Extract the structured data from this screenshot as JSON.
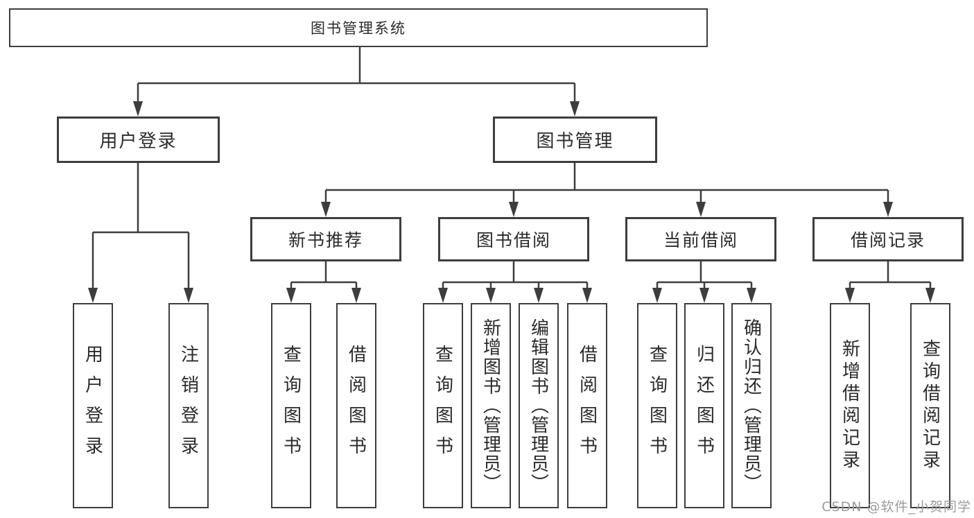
{
  "diagram": {
    "title": "图书管理系统",
    "level2": [
      {
        "label": "用户登录"
      },
      {
        "label": "图书管理"
      }
    ],
    "level3": [
      {
        "label": "新书推荐"
      },
      {
        "label": "图书借阅"
      },
      {
        "label": "当前借阅"
      },
      {
        "label": "借阅记录"
      }
    ],
    "leaves": [
      {
        "label": "用户登录"
      },
      {
        "label": "注销登录"
      },
      {
        "label": "查询图书"
      },
      {
        "label": "借阅图书"
      },
      {
        "label": "查询图书"
      },
      {
        "label": "新增图书（管理员）"
      },
      {
        "label": "编辑图书（管理员）"
      },
      {
        "label": "借阅图书"
      },
      {
        "label": "查询图书"
      },
      {
        "label": "归还图书"
      },
      {
        "label": "确认归还（管理员）"
      },
      {
        "label": "新增借阅记录"
      },
      {
        "label": "查询借阅记录"
      }
    ],
    "watermark": "CSDN @软件_小贺同学",
    "colors": {
      "line": "#3d3d3d",
      "text": "#2a2a2a",
      "watermark": "#9b9b9b",
      "background": "#ffffff"
    }
  }
}
